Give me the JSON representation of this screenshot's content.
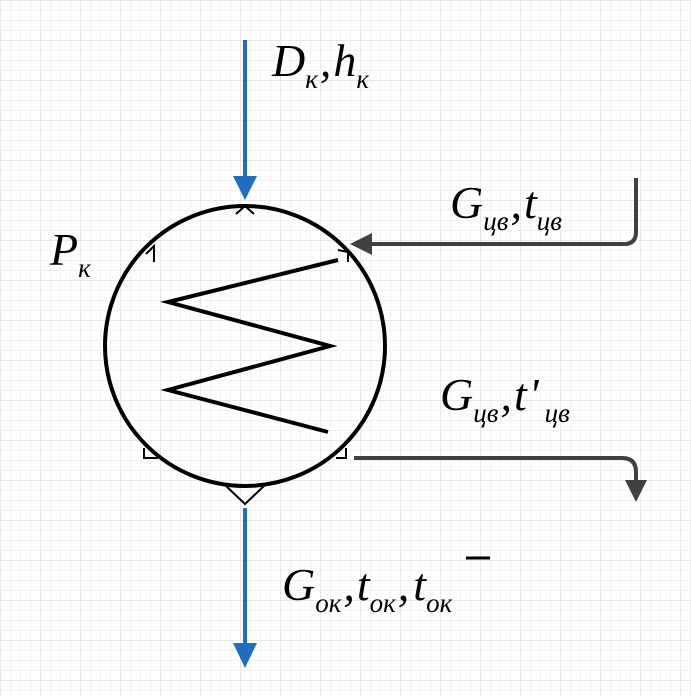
{
  "colors": {
    "steam_line": "#1f6fbf",
    "water_line": "#404040",
    "outline": "#000000",
    "grid_major": "#e6e6e6",
    "grid_minor": "#f1f1f1"
  },
  "labels": {
    "steam_in": {
      "main": "D",
      "main_sub": "к",
      "comma": ",",
      "second": "h",
      "second_sub": "к"
    },
    "pressure": {
      "main": "P",
      "sub": "к"
    },
    "cooling_in": {
      "main": "G",
      "main_sub": "цв",
      "comma": ",",
      "second": "t",
      "second_sub": "цв"
    },
    "cooling_out": {
      "main": "G",
      "main_sub": "цв",
      "comma": ",",
      "second": "t",
      "prime": "'",
      "second_sub": "цв"
    },
    "condensate_out": {
      "main": "G",
      "main_sub": "ок",
      "comma": ",",
      "second": "t",
      "second_sub": "ок",
      "comma2": ",",
      "third": "t",
      "third_sub": "ок"
    }
  }
}
